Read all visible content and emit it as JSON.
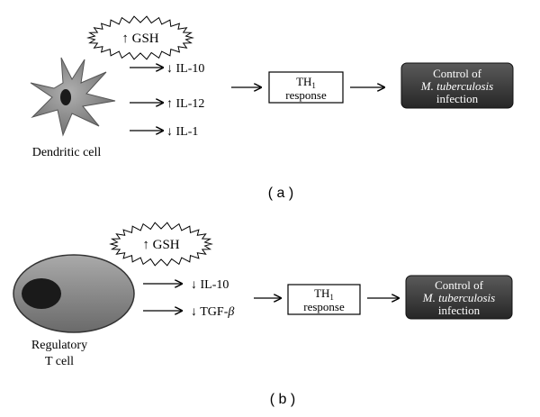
{
  "panel_a": {
    "burst_text": "↑ GSH",
    "cell_label": "Dendritic cell",
    "effects": [
      "↓ IL-10",
      "↑ IL-12",
      "↓ IL-1"
    ],
    "th1_main": "TH",
    "th1_sub": "1",
    "th1_line2": "response",
    "outcome_line1": "Control of",
    "outcome_line2": "M. tuberculosis",
    "outcome_line3": "infection",
    "caption": "( a )"
  },
  "panel_b": {
    "burst_text": "↑ GSH",
    "cell_label_line1": "Regulatory",
    "cell_label_line2": "T cell",
    "effects": [
      "↓ IL-10",
      "↓ TGF-"
    ],
    "effect_greek": "β",
    "th1_main": "TH",
    "th1_sub": "1",
    "th1_line2": "response",
    "outcome_line1": "Control of",
    "outcome_line2": "M. tuberculosis",
    "outcome_line3": "infection",
    "caption": "( b )"
  },
  "colors": {
    "outcome_fill": "#3c3c3c",
    "outcome_text": "#ffffff",
    "cell_gray": "#8c8c8c",
    "nucleus": "#1a1a1a"
  }
}
